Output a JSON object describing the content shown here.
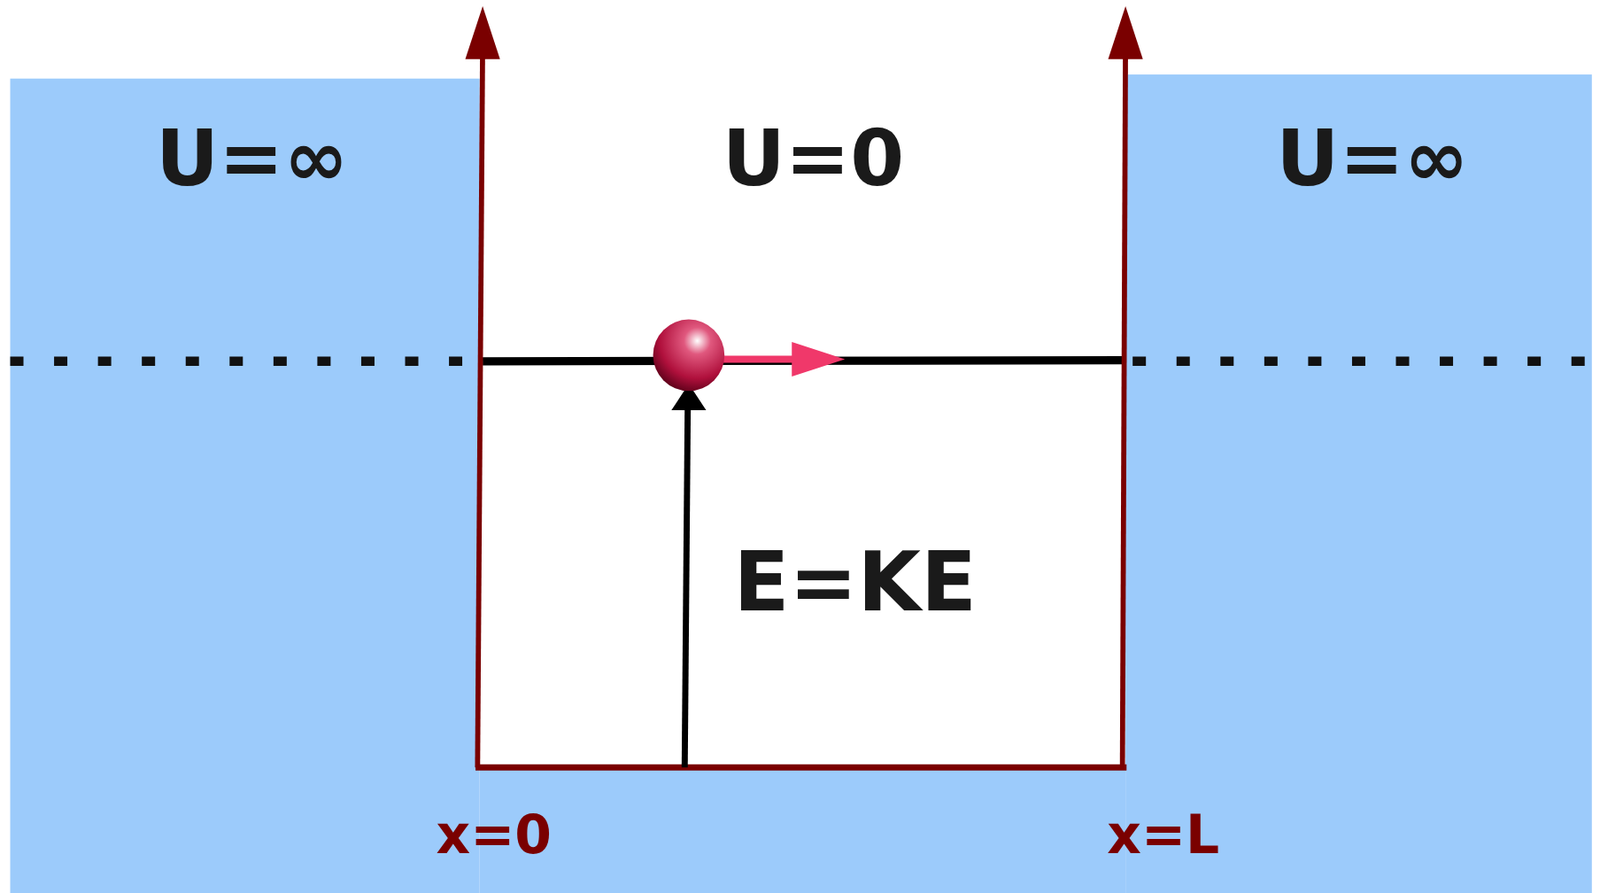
{
  "diagram": {
    "labels": [
      "U=∞",
      "U=0",
      "U=∞",
      "E=KE",
      "x=0",
      "x=L"
    ]
  }
}
